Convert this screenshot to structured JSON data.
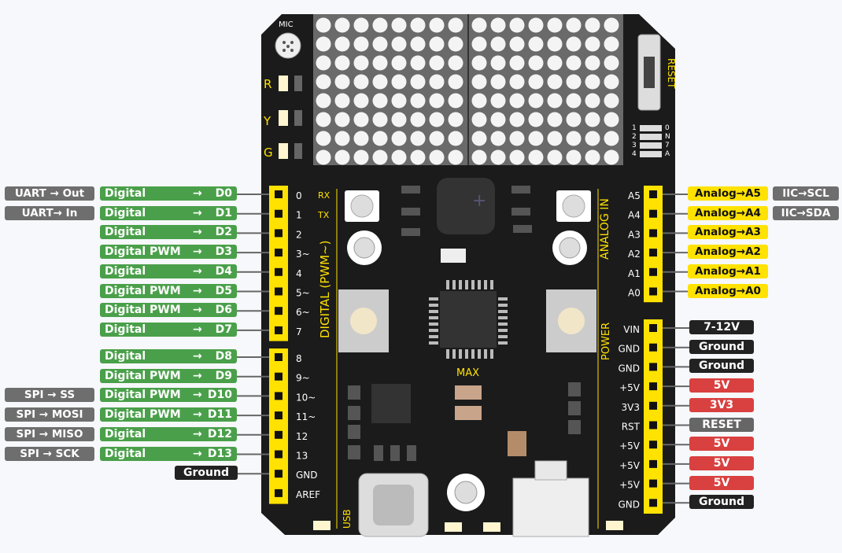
{
  "board": {
    "mic_label": "MIC",
    "reset_label": "RESET",
    "leds": [
      "R",
      "Y",
      "G"
    ],
    "rx": "RX",
    "tx": "TX",
    "digital_pwm_label": "DIGITAL  (PWM~)",
    "analog_in_label": "ANALOG IN",
    "power_label": "POWER",
    "max_label": "MAX",
    "usb_label": "USB",
    "dip_left": [
      "1",
      "2",
      "3",
      "4"
    ],
    "dip_right": [
      "0",
      "N",
      "7",
      "A"
    ]
  },
  "left_pins": [
    {
      "pin": "0",
      "type": "Digital",
      "arrow": "→",
      "port": "D0",
      "extra": "UART → Out"
    },
    {
      "pin": "1",
      "type": "Digital",
      "arrow": "→",
      "port": "D1",
      "extra": "UART→ In"
    },
    {
      "pin": "2",
      "type": "Digital",
      "arrow": "→",
      "port": "D2",
      "extra": ""
    },
    {
      "pin": "3~",
      "type": "Digital PWM",
      "arrow": "→",
      "port": "D3",
      "extra": ""
    },
    {
      "pin": "4",
      "type": "Digital",
      "arrow": "→",
      "port": "D4",
      "extra": ""
    },
    {
      "pin": "5~",
      "type": "Digital PWM",
      "arrow": "→",
      "port": "D5",
      "extra": ""
    },
    {
      "pin": "6~",
      "type": "Digital PWM",
      "arrow": "→",
      "port": "D6",
      "extra": ""
    },
    {
      "pin": "7",
      "type": "Digital",
      "arrow": "→",
      "port": "D7",
      "extra": ""
    },
    {
      "pin": "8",
      "type": "Digital",
      "arrow": "→",
      "port": "D8",
      "extra": ""
    },
    {
      "pin": "9~",
      "type": "Digital PWM",
      "arrow": "→",
      "port": "D9",
      "extra": ""
    },
    {
      "pin": "10~",
      "type": "Digital PWM",
      "arrow": "→",
      "port": "D10",
      "extra": "SPI → SS"
    },
    {
      "pin": "11~",
      "type": "Digital PWM",
      "arrow": "→",
      "port": "D11",
      "extra": "SPI → MOSI"
    },
    {
      "pin": "12",
      "type": "Digital",
      "arrow": "→",
      "port": "D12",
      "extra": "SPI → MISO"
    },
    {
      "pin": "13",
      "type": "Digital",
      "arrow": "→",
      "port": "D13",
      "extra": "SPI → SCK"
    },
    {
      "pin": "GND",
      "type": "",
      "arrow": "",
      "port": "Ground",
      "extra": ""
    },
    {
      "pin": "AREF",
      "type": "",
      "arrow": "",
      "port": "",
      "extra": ""
    }
  ],
  "right_analog": [
    {
      "pin": "A5",
      "label": "Analog→A5",
      "extra": "IIC→SCL"
    },
    {
      "pin": "A4",
      "label": "Analog→A4",
      "extra": "IIC→SDA"
    },
    {
      "pin": "A3",
      "label": "Analog→A3",
      "extra": ""
    },
    {
      "pin": "A2",
      "label": "Analog→A2",
      "extra": ""
    },
    {
      "pin": "A1",
      "label": "Analog→A1",
      "extra": ""
    },
    {
      "pin": "A0",
      "label": "Analog→A0",
      "extra": ""
    }
  ],
  "right_power": [
    {
      "pin": "VIN",
      "label": "7-12V",
      "kind": "black"
    },
    {
      "pin": "GND",
      "label": "Ground",
      "kind": "black"
    },
    {
      "pin": "GND",
      "label": "Ground",
      "kind": "black"
    },
    {
      "pin": "+5V",
      "label": "5V",
      "kind": "red"
    },
    {
      "pin": "3V3",
      "label": "3V3",
      "kind": "red"
    },
    {
      "pin": "RST",
      "label": "RESET",
      "kind": "gray"
    },
    {
      "pin": "+5V",
      "label": "5V",
      "kind": "red"
    },
    {
      "pin": "+5V",
      "label": "5V",
      "kind": "red"
    },
    {
      "pin": "+5V",
      "label": "5V",
      "kind": "red"
    },
    {
      "pin": "GND",
      "label": "Ground",
      "kind": "black"
    }
  ],
  "colors": {
    "board": "#1b1b1b",
    "header": "#ffe200",
    "digital_tag": "#4aa04a",
    "extra_tag": "#6e6e6e",
    "power_red": "#d94040",
    "ground_black": "#222222",
    "reset_gray": "#666666"
  }
}
